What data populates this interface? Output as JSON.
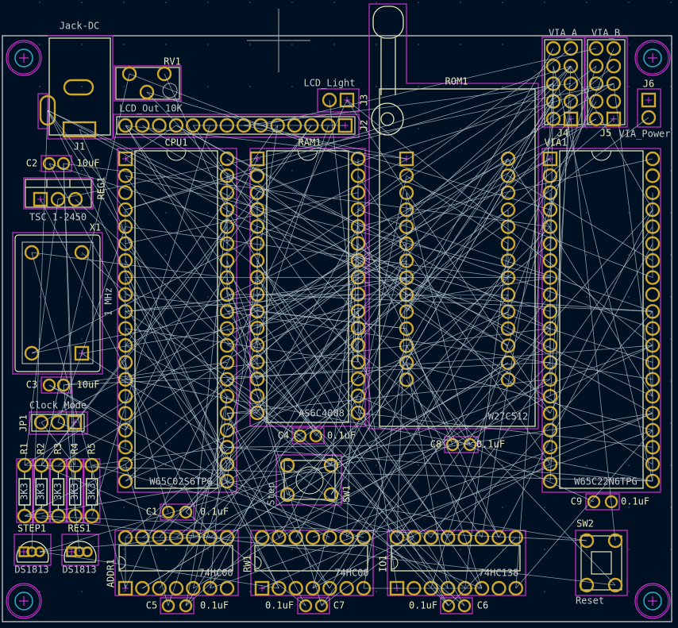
{
  "colors": {
    "background": "#001023",
    "pad": "#d0a82a",
    "silkscreen": "#e8e6b8",
    "courtyard": "#c030c0",
    "edge": "#c8c8c8",
    "ratsnest": "#b8c4cc",
    "hole": "#30b0c8"
  },
  "components": {
    "J1": {
      "ref": "J1",
      "value": "Jack-DC"
    },
    "RV1": {
      "ref": "RV1",
      "value": "LCD_Out 10K"
    },
    "J3": {
      "ref": "J3",
      "value": "LCD_Light"
    },
    "J2": {
      "ref": "J2",
      "value": ""
    },
    "C2": {
      "ref": "C2",
      "value": "10uF"
    },
    "REG1": {
      "ref": "REG1",
      "value": "TSC 1-2450"
    },
    "X1": {
      "ref": "X1",
      "value": "1 MHz"
    },
    "C3": {
      "ref": "C3",
      "value": "10uF"
    },
    "JP1": {
      "ref": "JP1",
      "value": "Clock_Mode"
    },
    "R1": {
      "ref": "R1",
      "value": "3K3"
    },
    "R2": {
      "ref": "R2",
      "value": "3K3"
    },
    "R3": {
      "ref": "R3",
      "value": "3K3"
    },
    "R4": {
      "ref": "R4",
      "value": "3K3"
    },
    "R5": {
      "ref": "R5",
      "value": "3K3"
    },
    "STEP1": {
      "ref": "STEP1",
      "value": "DS1813"
    },
    "RES1": {
      "ref": "RES1",
      "value": "DS1813"
    },
    "CPU1": {
      "ref": "CPU1",
      "value": "W65C02S6TPG",
      "pins": 40
    },
    "RAM1": {
      "ref": "RAM1",
      "value": "AS6C4008",
      "pins": 32
    },
    "ROM1": {
      "ref": "ROM1",
      "value": "W27C512",
      "pins": 28
    },
    "VIA1": {
      "ref": "VIA1",
      "value": "W65C22N6TPG",
      "pins": 40
    },
    "J4": {
      "ref": "J4",
      "value": "VIA_A"
    },
    "J5": {
      "ref": "J5",
      "value": "VIA_B"
    },
    "J6": {
      "ref": "J6",
      "value": "VIA_Power"
    },
    "C4": {
      "ref": "C4",
      "value": "0.1uF"
    },
    "SW1": {
      "ref": "SW1",
      "value": "Step"
    },
    "C1": {
      "ref": "C1",
      "value": "0.1uF"
    },
    "ADDR1": {
      "ref": "ADDR1",
      "value": "74HC00",
      "pins": 14
    },
    "C5": {
      "ref": "C5",
      "value": "0.1uF"
    },
    "RW1": {
      "ref": "RW1",
      "value": "74HC00",
      "pins": 14
    },
    "C7": {
      "ref": "C7",
      "value": "0.1uF"
    },
    "IO1": {
      "ref": "IO1",
      "value": "74HC138",
      "pins": 16
    },
    "C6": {
      "ref": "C6",
      "value": "0.1uF"
    },
    "C8": {
      "ref": "C8",
      "value": "0.1uF"
    },
    "C9": {
      "ref": "C9",
      "value": "0.1uF"
    },
    "SW2": {
      "ref": "SW2",
      "value": "Reset"
    }
  }
}
